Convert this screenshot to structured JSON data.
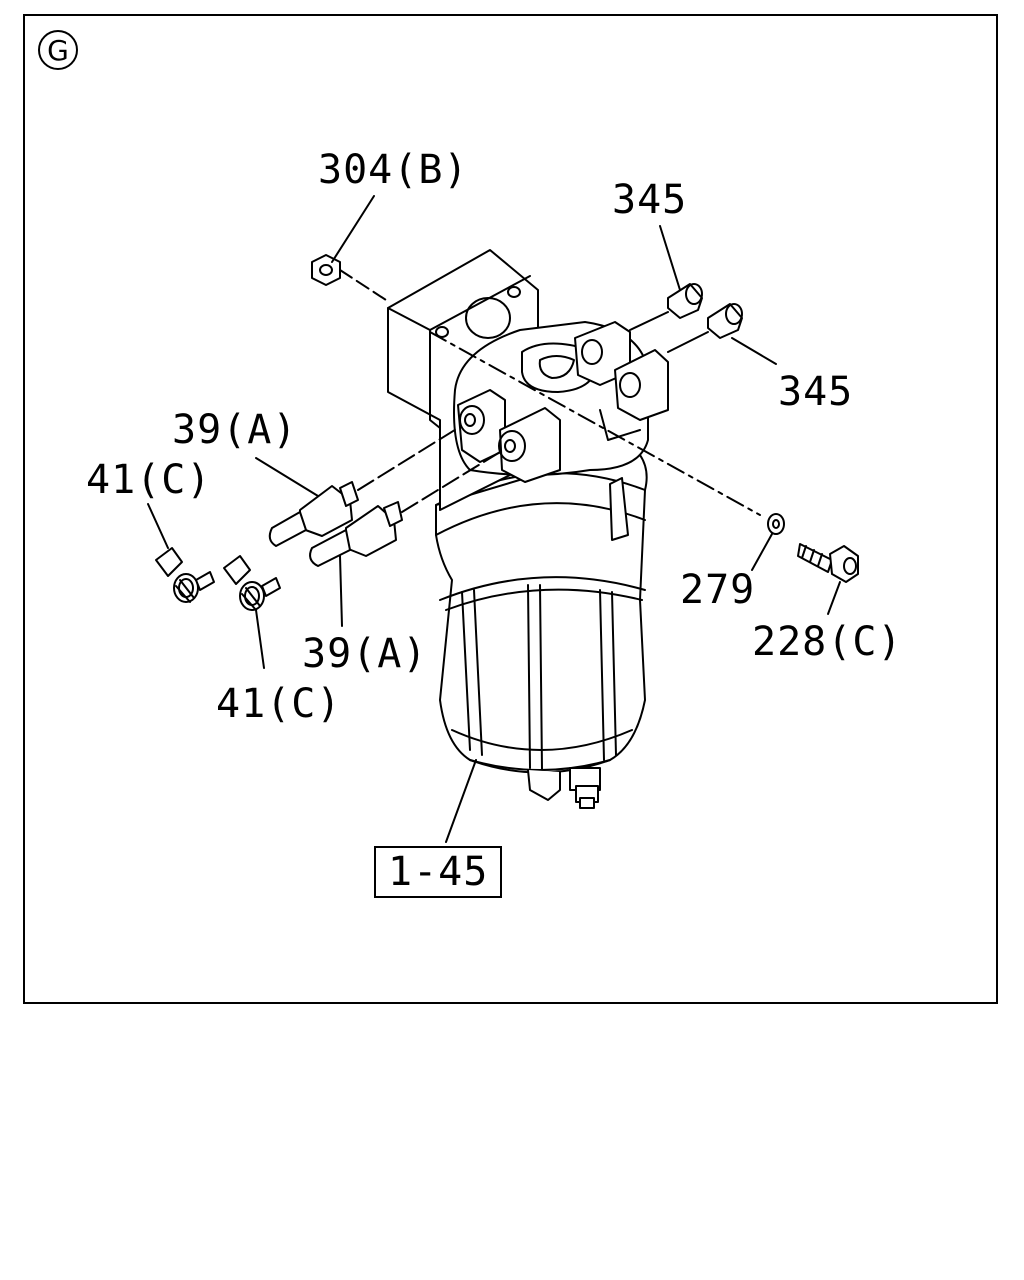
{
  "view_marker": "G",
  "callouts": {
    "c304": "304(B)",
    "c345_top": "345",
    "c345_right": "345",
    "c39_top": "39(A)",
    "c39_bottom": "39(A)",
    "c41_left": "41(C)",
    "c41_bottom": "41(C)",
    "c279": "279",
    "c228": "228(C)",
    "c145": "1-45"
  }
}
